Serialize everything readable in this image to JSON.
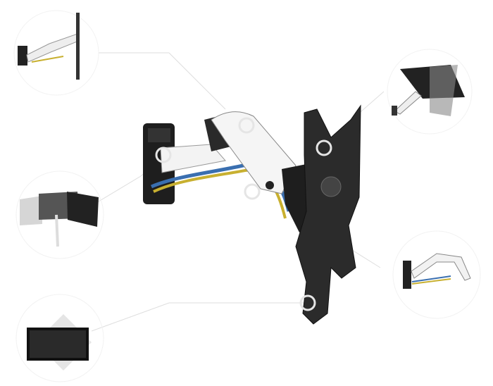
{
  "colors": {
    "background": "#ffffff",
    "arm_white": "#f2f2f2",
    "metal_dark": "#2a2a2a",
    "cable_blue": "#3a6fb0",
    "cable_yellow": "#c8b030",
    "leader_line": "#dddddd"
  },
  "insets": [
    "wall-mount-folded",
    "tilt-view",
    "swivel-view",
    "rotation-view",
    "side-extended-view"
  ]
}
